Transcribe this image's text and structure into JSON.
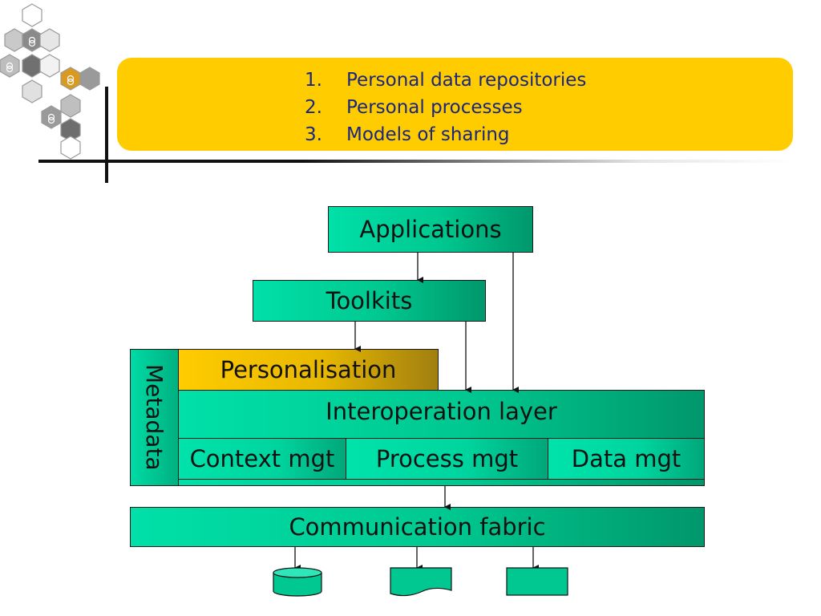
{
  "header": {
    "items": [
      {
        "num": "1.",
        "text": "Personal data repositories"
      },
      {
        "num": "2.",
        "text": "Personal processes"
      },
      {
        "num": "3.",
        "text": "Models of sharing"
      }
    ]
  },
  "diagram": {
    "applications": "Applications",
    "toolkits": "Toolkits",
    "metadata": "Metadata",
    "personalisation": "Personalisation",
    "interoperation": "Interoperation layer",
    "context": "Context mgt",
    "process": "Process mgt",
    "data": "Data mgt",
    "communication": "Communication fabric"
  },
  "colors": {
    "banner": "#ffcc00",
    "list_text": "#1a2680",
    "teal": "#00c890",
    "gold": "#e8b800"
  },
  "icons": [
    "hexagon-cube-cluster-icon",
    "database-cylinder-icon",
    "document-icon",
    "storage-box-icon"
  ]
}
